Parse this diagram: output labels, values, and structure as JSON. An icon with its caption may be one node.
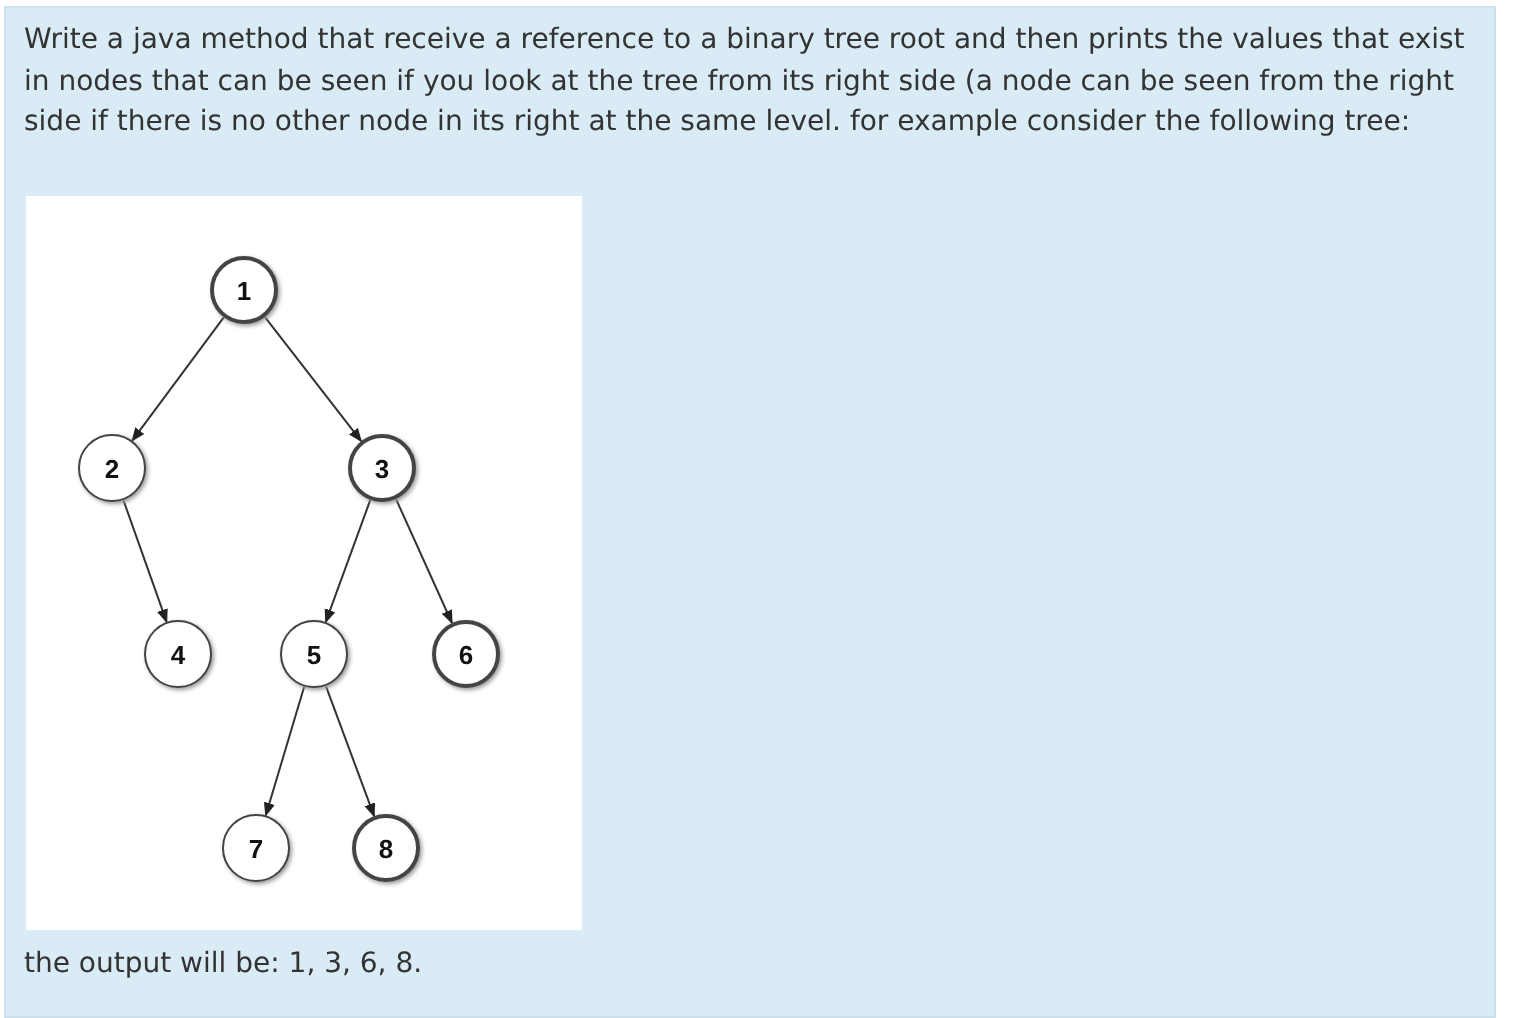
{
  "diagram": {
    "nodes": [
      {
        "text": [
          "1"
        ]
      },
      {
        "text": [
          "2"
        ]
      },
      {
        "text": [
          "3"
        ]
      },
      {
        "text": [
          "4"
        ]
      },
      {
        "text": [
          "5"
        ]
      },
      {
        "text": [
          "6"
        ]
      },
      {
        "text": [
          "7"
        ]
      },
      {
        "text": [
          "8"
        ]
      }
    ],
    "edges": [
      {
        "from": 0,
        "to": 1,
        "arrow": "to"
      },
      {
        "from": 0,
        "to": 2,
        "arrow": "to"
      },
      {
        "from": 1,
        "to": 3,
        "arrow": "to"
      },
      {
        "from": 2,
        "to": 4,
        "arrow": "to"
      },
      {
        "from": 2,
        "to": 5,
        "arrow": "to"
      },
      {
        "from": 4,
        "to": 6,
        "arrow": "to"
      },
      {
        "from": 4,
        "to": 7,
        "arrow": "to"
      }
    ],
    "labels": [
      "Write a java method that receive a reference to a binary tree root and then prints the values that exist in nodes that can be seen if you look at the tree from its right side (a node can be seen from the right side if there is no other node in its right at the same level. for example consider the following tree:",
      "the output will be: 1, 3, 6, 8."
    ]
  }
}
